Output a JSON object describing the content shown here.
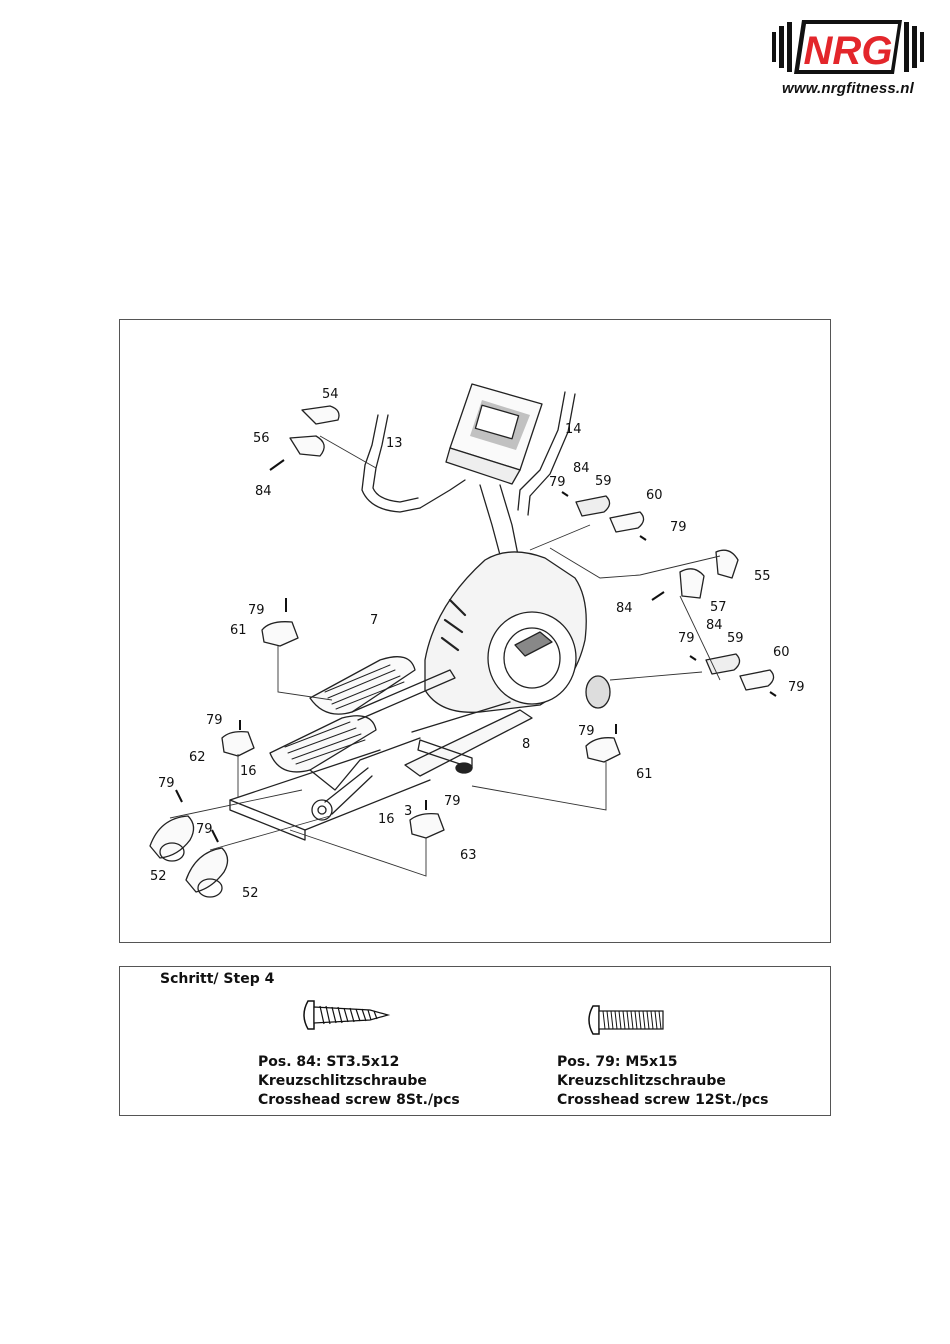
{
  "logo": {
    "brand": "NRG",
    "url": "www.nrgfitness.nl",
    "accent": "#e3262b"
  },
  "diagram": {
    "part_labels": [
      {
        "id": "54",
        "text": "54"
      },
      {
        "id": "56",
        "text": "56"
      },
      {
        "id": "84a",
        "text": "84"
      },
      {
        "id": "13",
        "text": "13"
      },
      {
        "id": "14",
        "text": "14"
      },
      {
        "id": "84b",
        "text": "84"
      },
      {
        "id": "59a",
        "text": "59"
      },
      {
        "id": "79a",
        "text": "79"
      },
      {
        "id": "60a",
        "text": "60"
      },
      {
        "id": "79b",
        "text": "79"
      },
      {
        "id": "55",
        "text": "55"
      },
      {
        "id": "84c",
        "text": "84"
      },
      {
        "id": "57",
        "text": "57"
      },
      {
        "id": "79c",
        "text": "79"
      },
      {
        "id": "61a",
        "text": "61"
      },
      {
        "id": "7",
        "text": "7"
      },
      {
        "id": "79d",
        "text": "79"
      },
      {
        "id": "84d",
        "text": "84"
      },
      {
        "id": "59b",
        "text": "59"
      },
      {
        "id": "60b",
        "text": "60"
      },
      {
        "id": "79e",
        "text": "79"
      },
      {
        "id": "79f",
        "text": "79"
      },
      {
        "id": "62",
        "text": "62"
      },
      {
        "id": "8",
        "text": "8"
      },
      {
        "id": "79g",
        "text": "79"
      },
      {
        "id": "61b",
        "text": "61"
      },
      {
        "id": "16a",
        "text": "16"
      },
      {
        "id": "79h",
        "text": "79"
      },
      {
        "id": "3",
        "text": "3"
      },
      {
        "id": "79i",
        "text": "79"
      },
      {
        "id": "16b",
        "text": "16"
      },
      {
        "id": "79j",
        "text": "79"
      },
      {
        "id": "63",
        "text": "63"
      },
      {
        "id": "52a",
        "text": "52"
      },
      {
        "id": "52b",
        "text": "52"
      }
    ]
  },
  "hardware": {
    "step_title": "Schritt/ Step 4",
    "screw1": {
      "line1": "Pos. 84: ST3.5x12",
      "line2": "Kreuzschlitzschraube",
      "line3": "Crosshead screw 8St./pcs"
    },
    "screw2": {
      "line1": "Pos. 79: M5x15",
      "line2": "Kreuzschlitzschraube",
      "line3": "Crosshead screw 12St./pcs"
    }
  }
}
